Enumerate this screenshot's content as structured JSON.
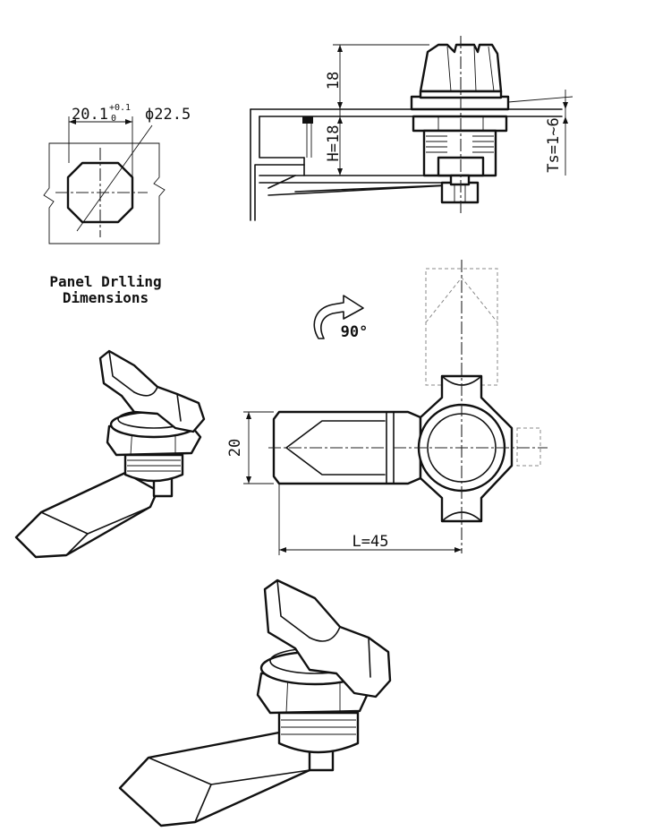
{
  "panel": {
    "width_label": "20.1",
    "tol_upper": "+0.1",
    "tol_lower": "0",
    "diameter_label": "ϕ22.5",
    "caption_line1": "Panel Drlling",
    "caption_line2": "Dimensions"
  },
  "side_view": {
    "dim_knob": "18",
    "dim_h": "H=18",
    "dim_ts": "Ts=1~6"
  },
  "front_view": {
    "rotation": "90°",
    "dim_width": "20",
    "dim_length": "L=45"
  }
}
